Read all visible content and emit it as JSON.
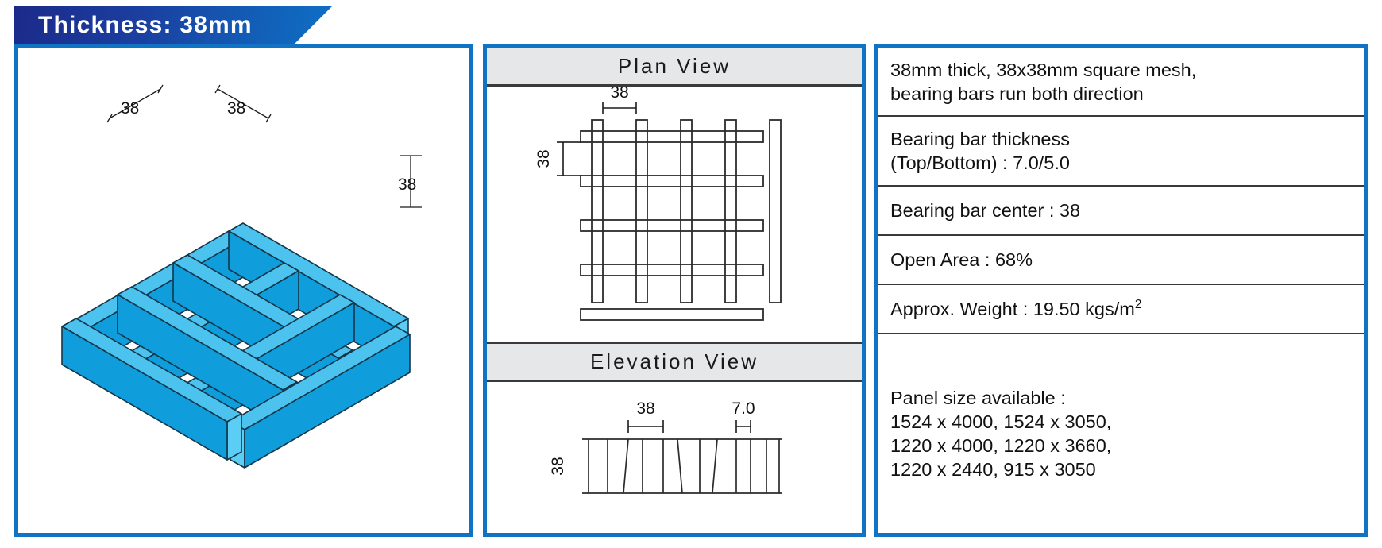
{
  "banner": {
    "title": "Thickness: 38mm"
  },
  "colors": {
    "banner_start": "#1b2a8a",
    "banner_end": "#0e6fc4",
    "frame_border": "#1173c4",
    "header_fill": "#e6e7e9",
    "divider": "#3a3a3a",
    "iso_top_face": "#4cc3ef",
    "iso_side_light": "#5ccdf5",
    "iso_side_dark": "#0f9ddb",
    "line": "#1a1a1a"
  },
  "isometric": {
    "label": "isometric-grating-illustration",
    "dim_left": "38",
    "dim_right": "38",
    "dim_thickness": "38"
  },
  "plan_view": {
    "header": "Plan View",
    "dim_horizontal": "38",
    "dim_vertical": "38",
    "grid_columns": 4,
    "grid_rows": 4
  },
  "elevation_view": {
    "header": "Elevation View",
    "dim_pitch": "38",
    "dim_bar": "7.0",
    "dim_height": "38"
  },
  "specs": {
    "description": {
      "line1": "38mm thick, 38x38mm square mesh,",
      "line2": "bearing bars run both direction"
    },
    "bearing_bar_thickness": {
      "line1": "Bearing bar thickness",
      "line2": "(Top/Bottom) : 7.0/5.0"
    },
    "bearing_bar_center": "Bearing bar center : 38",
    "open_area": "Open Area : 68%",
    "weight": {
      "prefix": "Approx. Weight : 19.50 kgs/m",
      "exponent": "2"
    },
    "panel_size": {
      "title": "Panel size available :",
      "line1": "1524 x 4000, 1524 x 3050,",
      "line2": "1220 x 4000, 1220 x 3660,",
      "line3": "1220 x 2440, 915 x 3050"
    }
  }
}
